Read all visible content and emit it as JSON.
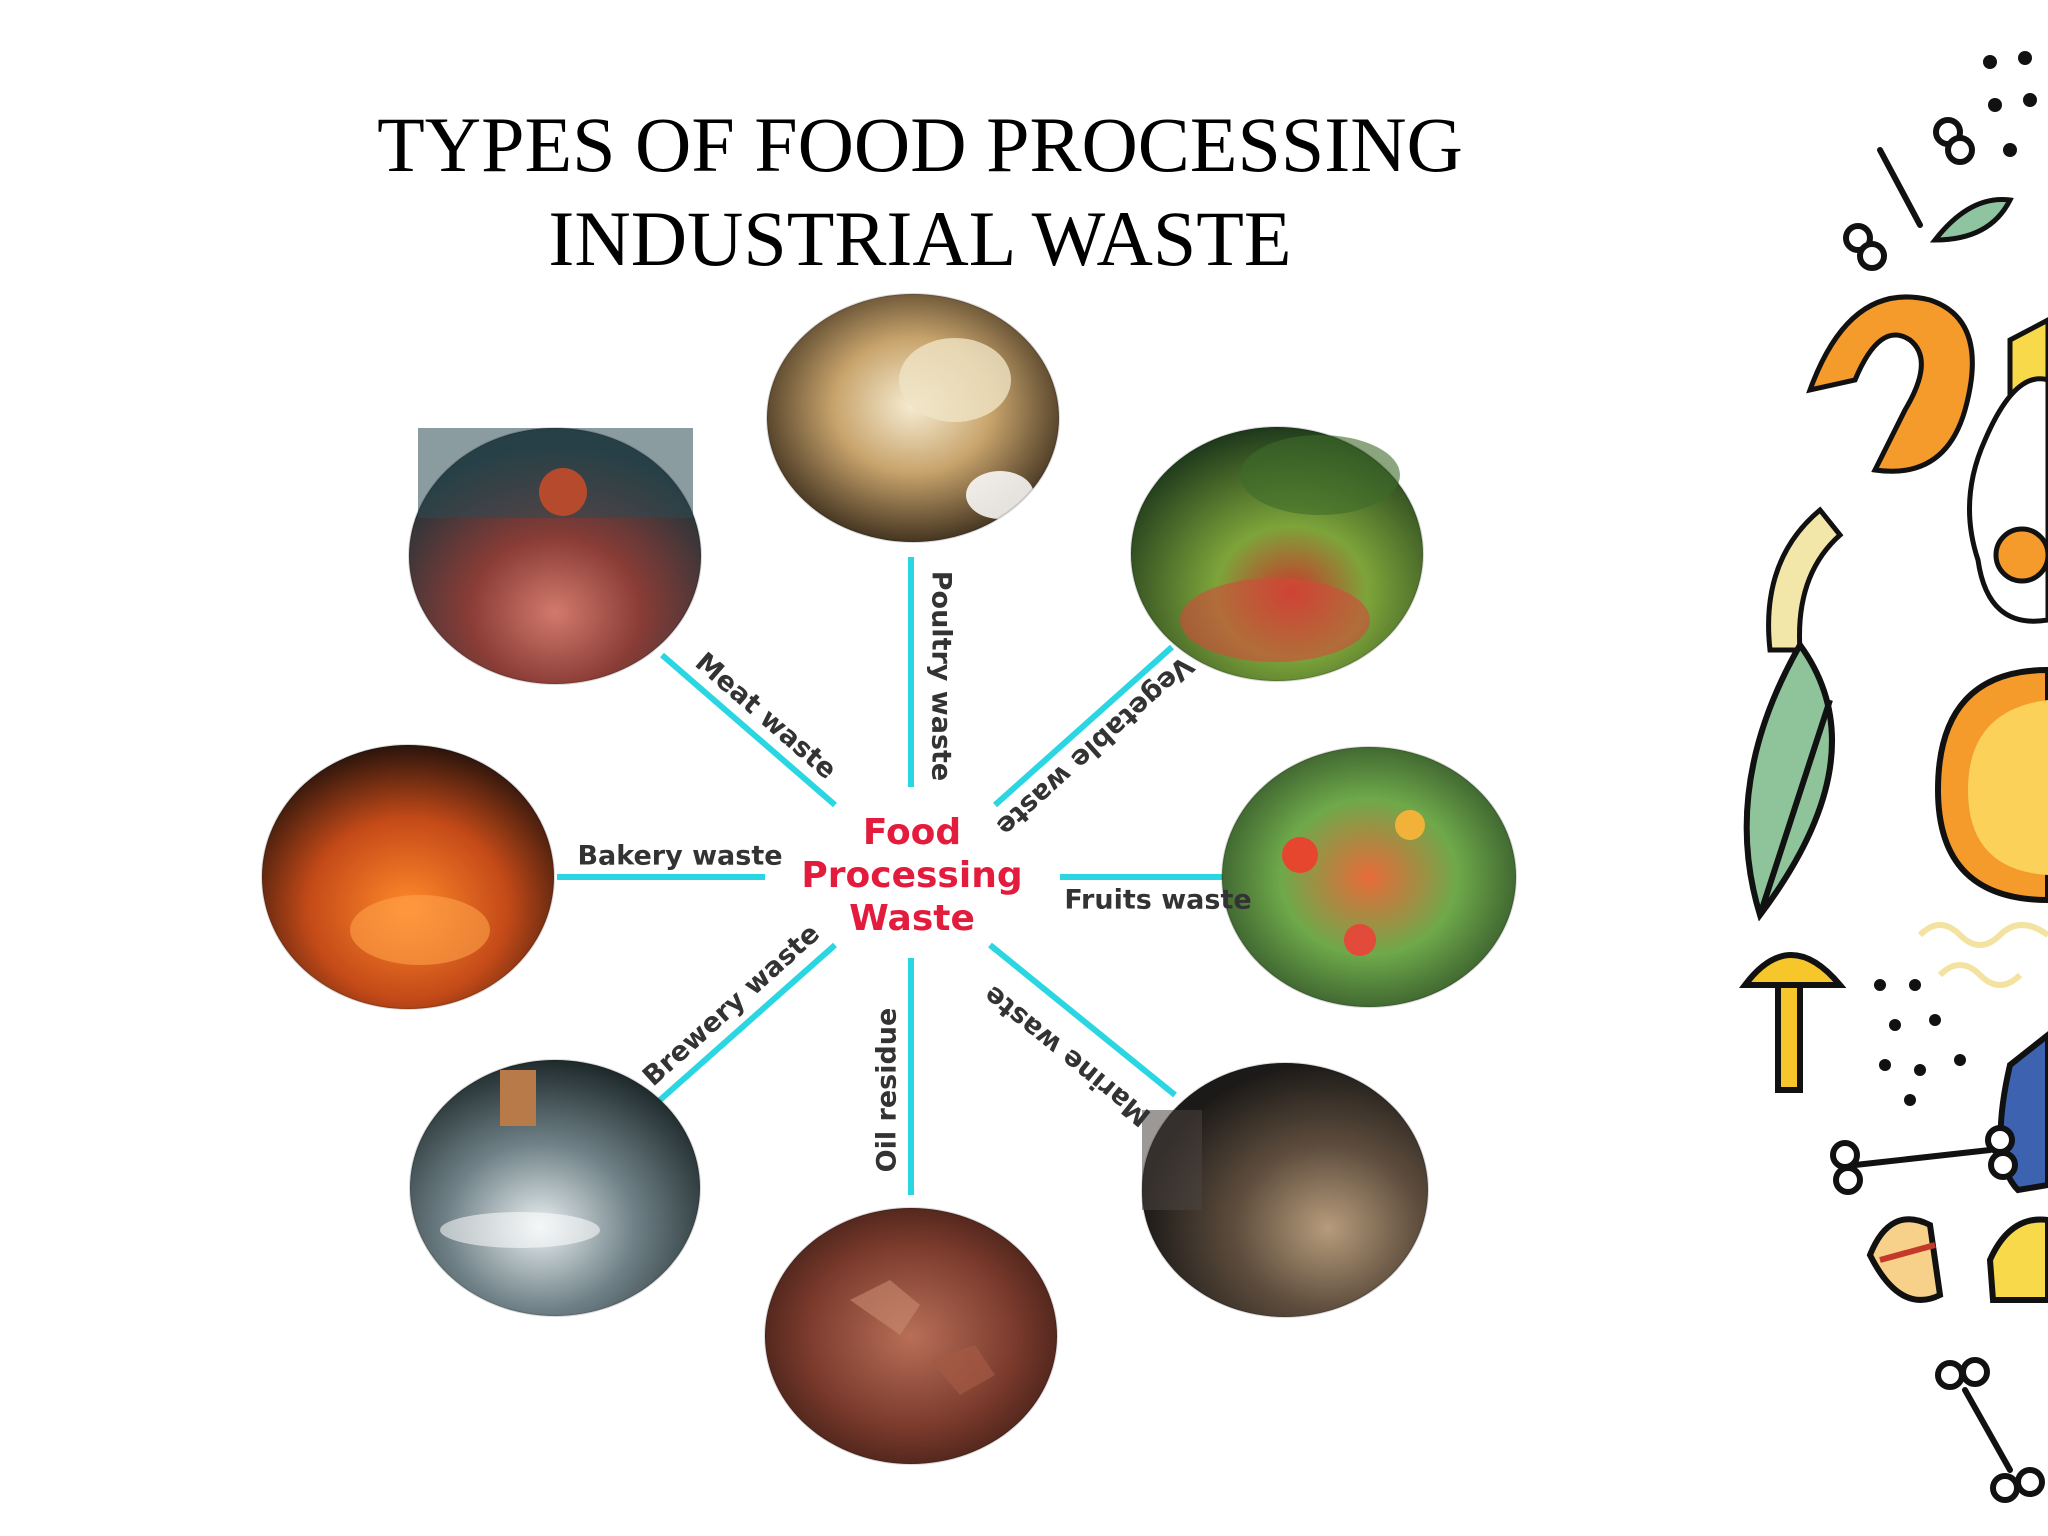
{
  "title": {
    "line1": "TYPES OF FOOD PROCESSING",
    "line2": "INDUSTRIAL WASTE"
  },
  "center": {
    "line1": "Food",
    "line2": "Processing",
    "line3": "Waste",
    "color": "#e31c3d"
  },
  "spoke_color": "#2ad6e2",
  "categories": [
    {
      "id": "poultry",
      "label": "Poultry waste"
    },
    {
      "id": "vegetable",
      "label": "Vegetable waste"
    },
    {
      "id": "fruits",
      "label": "Fruits waste"
    },
    {
      "id": "marine",
      "label": "Marine waste"
    },
    {
      "id": "oil",
      "label": "Oil residue"
    },
    {
      "id": "brewery",
      "label": "Brewery waste"
    },
    {
      "id": "bakery",
      "label": "Bakery waste"
    },
    {
      "id": "meat",
      "label": "Meat waste"
    }
  ],
  "decorations": [
    "bone-icon",
    "leaf-icon",
    "orange-peel-icon",
    "cheese-icon",
    "fried-egg-icon",
    "orange-slice-icon",
    "mushroom-icon",
    "bottle-icon",
    "sandwich-icon"
  ]
}
